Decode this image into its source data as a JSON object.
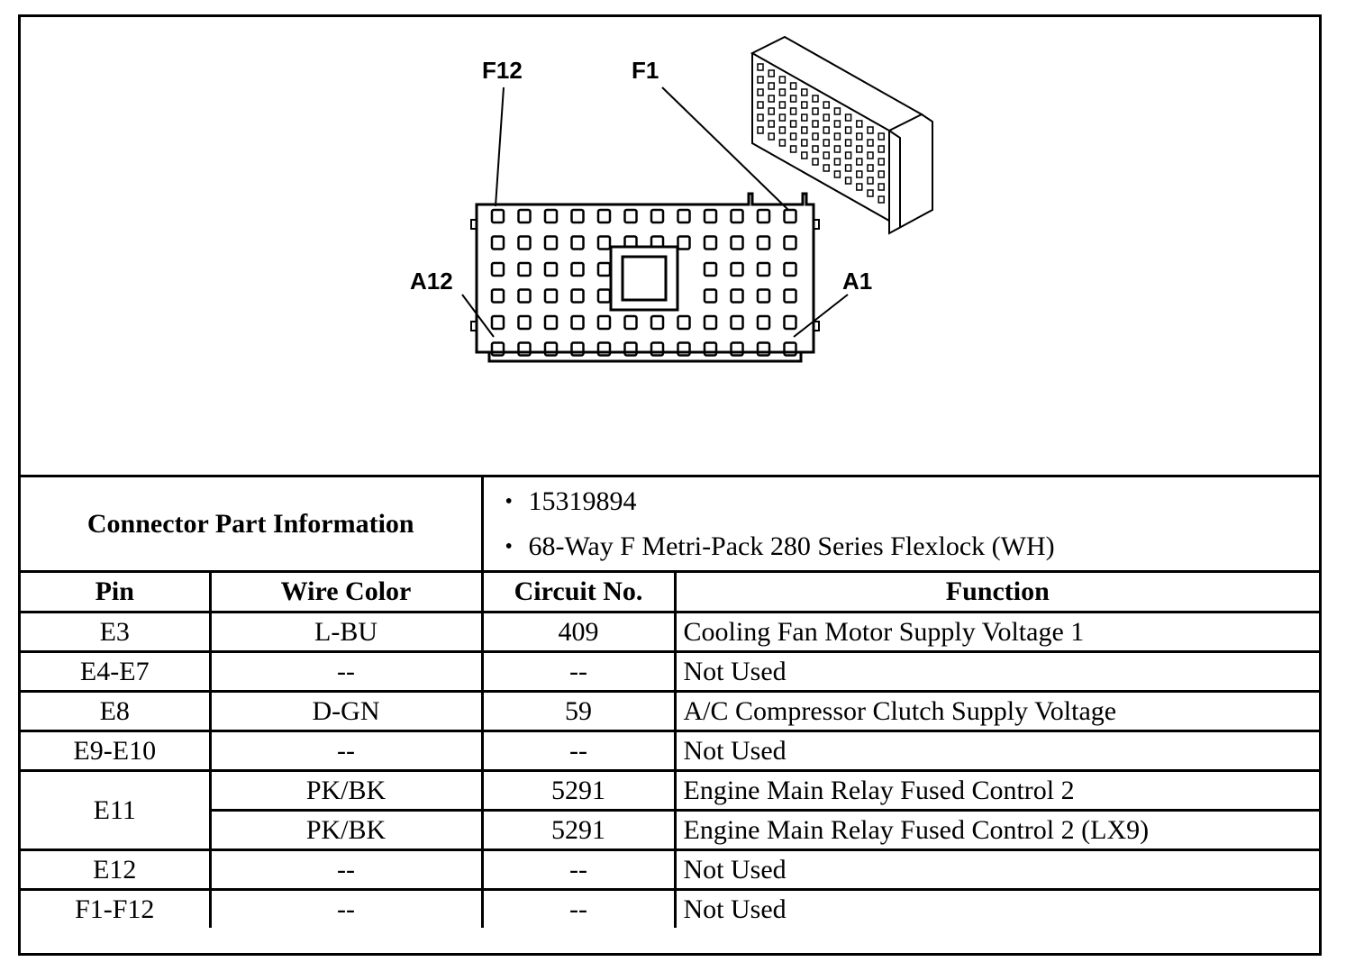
{
  "diagram": {
    "labels": {
      "f12": "F12",
      "f1": "F1",
      "a12": "A12",
      "a1": "A1"
    }
  },
  "part_info": {
    "label": "Connector Part Information",
    "items": [
      "15319894",
      "68-Way F Metri-Pack 280 Series Flexlock (WH)"
    ]
  },
  "columns": {
    "pin": "Pin",
    "wire_color": "Wire Color",
    "circuit": "Circuit No.",
    "function": "Function"
  },
  "rows": [
    {
      "pin": "E3",
      "wire_color": "L-BU",
      "circuit": "409",
      "function": "Cooling Fan Motor Supply Voltage 1"
    },
    {
      "pin": "E4-E7",
      "wire_color": "--",
      "circuit": "--",
      "function": "Not Used"
    },
    {
      "pin": "E8",
      "wire_color": "D-GN",
      "circuit": "59",
      "function": "A/C Compressor Clutch Supply Voltage"
    },
    {
      "pin": "E9-E10",
      "wire_color": "--",
      "circuit": "--",
      "function": "Not Used"
    },
    {
      "pin": "E11",
      "wire_color": "PK/BK",
      "circuit": "5291",
      "function": "Engine Main Relay Fused Control 2"
    },
    {
      "pin": "",
      "wire_color": "PK/BK",
      "circuit": "5291",
      "function": "Engine Main Relay Fused Control 2 (LX9)"
    },
    {
      "pin": "E12",
      "wire_color": "--",
      "circuit": "--",
      "function": "Not Used"
    },
    {
      "pin": "F1-F12",
      "wire_color": "--",
      "circuit": "--",
      "function": "Not Used"
    }
  ]
}
